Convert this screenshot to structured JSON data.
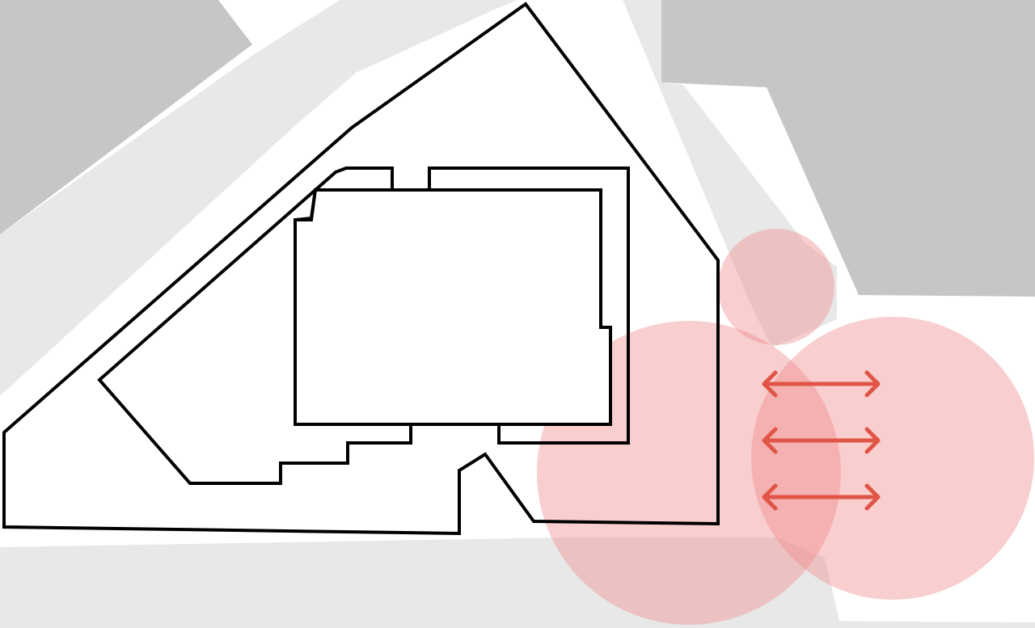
{
  "diagram": {
    "kind": "site plan",
    "colors": {
      "background": "#ffffff",
      "neighbor_building": "#c6c6c6",
      "street": "#e8e8e8",
      "outline": "#000000",
      "zone_fill": "#f08a8a",
      "zone_opacity": 0.42,
      "arrow": "#e05545"
    },
    "arrows": {
      "count": 3,
      "direction": "bidirectional-horizontal"
    }
  }
}
